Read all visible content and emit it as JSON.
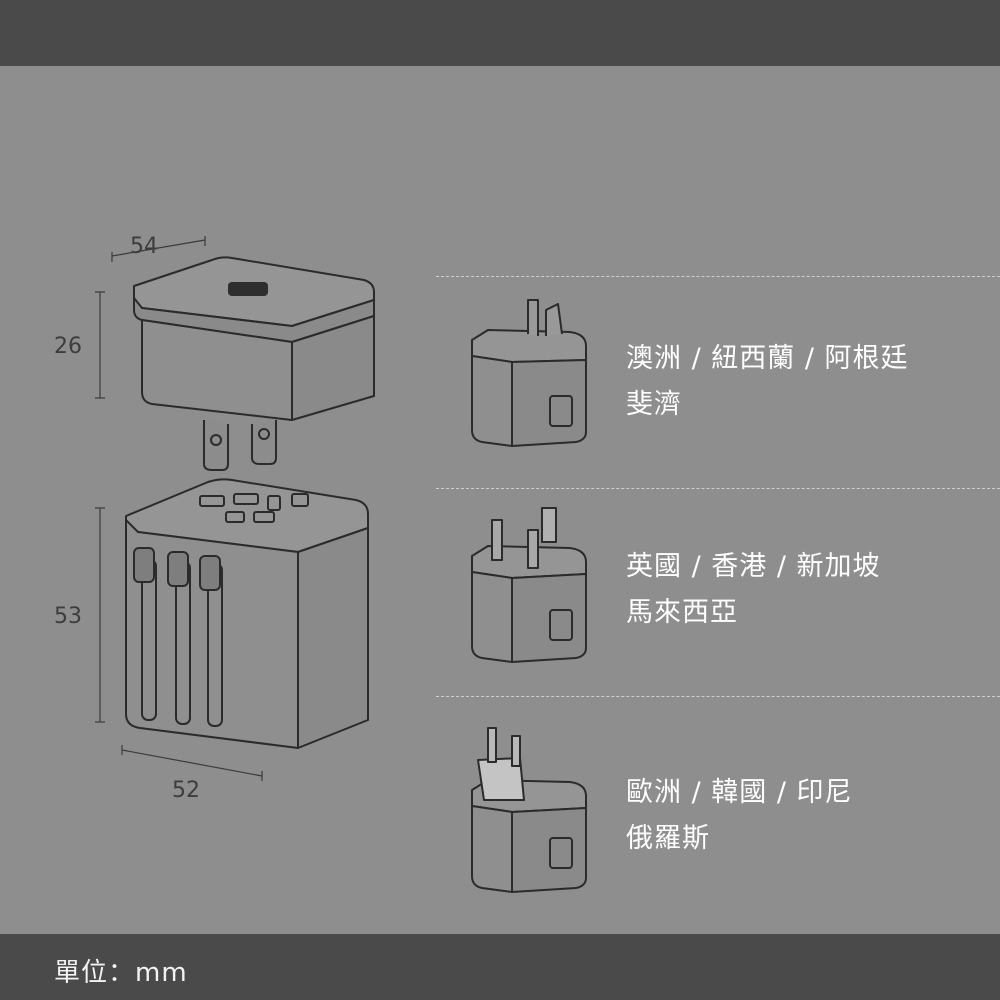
{
  "dimensions": {
    "top_width": "54",
    "top_height": "26",
    "bottom_height": "53",
    "bottom_width": "52"
  },
  "regions": [
    {
      "line1": "澳洲 / 紐西蘭 / 阿根廷",
      "line2": "斐濟"
    },
    {
      "line1": "英國 / 香港 / 新加坡",
      "line2": "馬來西亞"
    },
    {
      "line1": "歐洲 / 韓國 / 印尼",
      "line2": "俄羅斯"
    }
  ],
  "footer": {
    "unit": "單位：mm"
  },
  "colors": {
    "background": "#8e8e8e",
    "bars": "#4a4a4a",
    "outline": "#2a2a2a"
  }
}
